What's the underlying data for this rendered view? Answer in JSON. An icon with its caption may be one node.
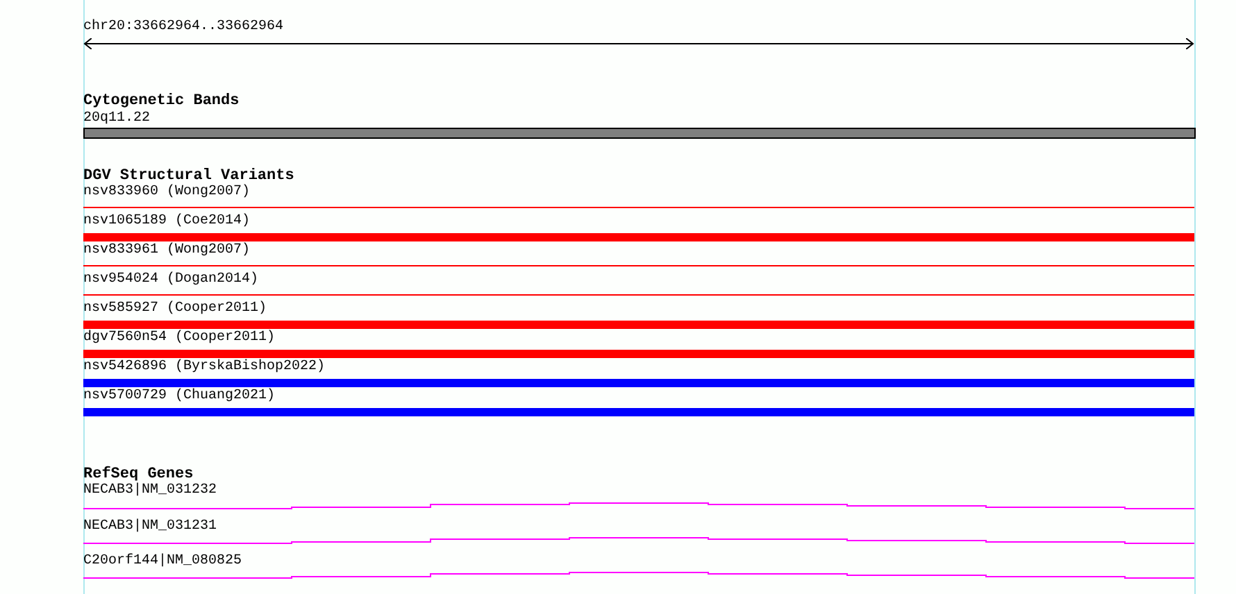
{
  "diagram": {
    "nodes": [
      {
        "text": [
          "Cytogenetic Bands"
        ]
      },
      {
        "text": [
          "20q11.22"
        ],
        "in": 0
      },
      {
        "text": [
          "DGV Structural Variants"
        ]
      },
      {
        "text": [
          "nsv833960 (Wong2007)"
        ],
        "in": 2
      },
      {
        "text": [
          "nsv1065189 (Coe2014)"
        ],
        "in": 2
      },
      {
        "text": [
          "nsv833961 (Wong2007)"
        ],
        "in": 2
      },
      {
        "text": [
          "nsv954024 (Dogan2014)"
        ],
        "in": 2
      },
      {
        "text": [
          "nsv585927 (Cooper2011)"
        ],
        "in": 2
      },
      {
        "text": [
          "dgv7560n54 (Cooper2011)"
        ],
        "in": 2
      },
      {
        "text": [
          "nsv5426896 (ByrskaBishop2022)"
        ],
        "in": 2
      },
      {
        "text": [
          "nsv5700729 (Chuang2021)"
        ],
        "in": 2
      },
      {
        "text": [
          "RefSeq Genes"
        ]
      },
      {
        "text": [
          "NECAB3|NM_031232"
        ],
        "in": 11
      },
      {
        "text": [
          "NECAB3|NM_031231"
        ],
        "in": 11
      },
      {
        "text": [
          "C20orf144|NM_080825"
        ],
        "in": 11
      }
    ],
    "labels": [
      "chr20:33662964..33662964"
    ]
  }
}
